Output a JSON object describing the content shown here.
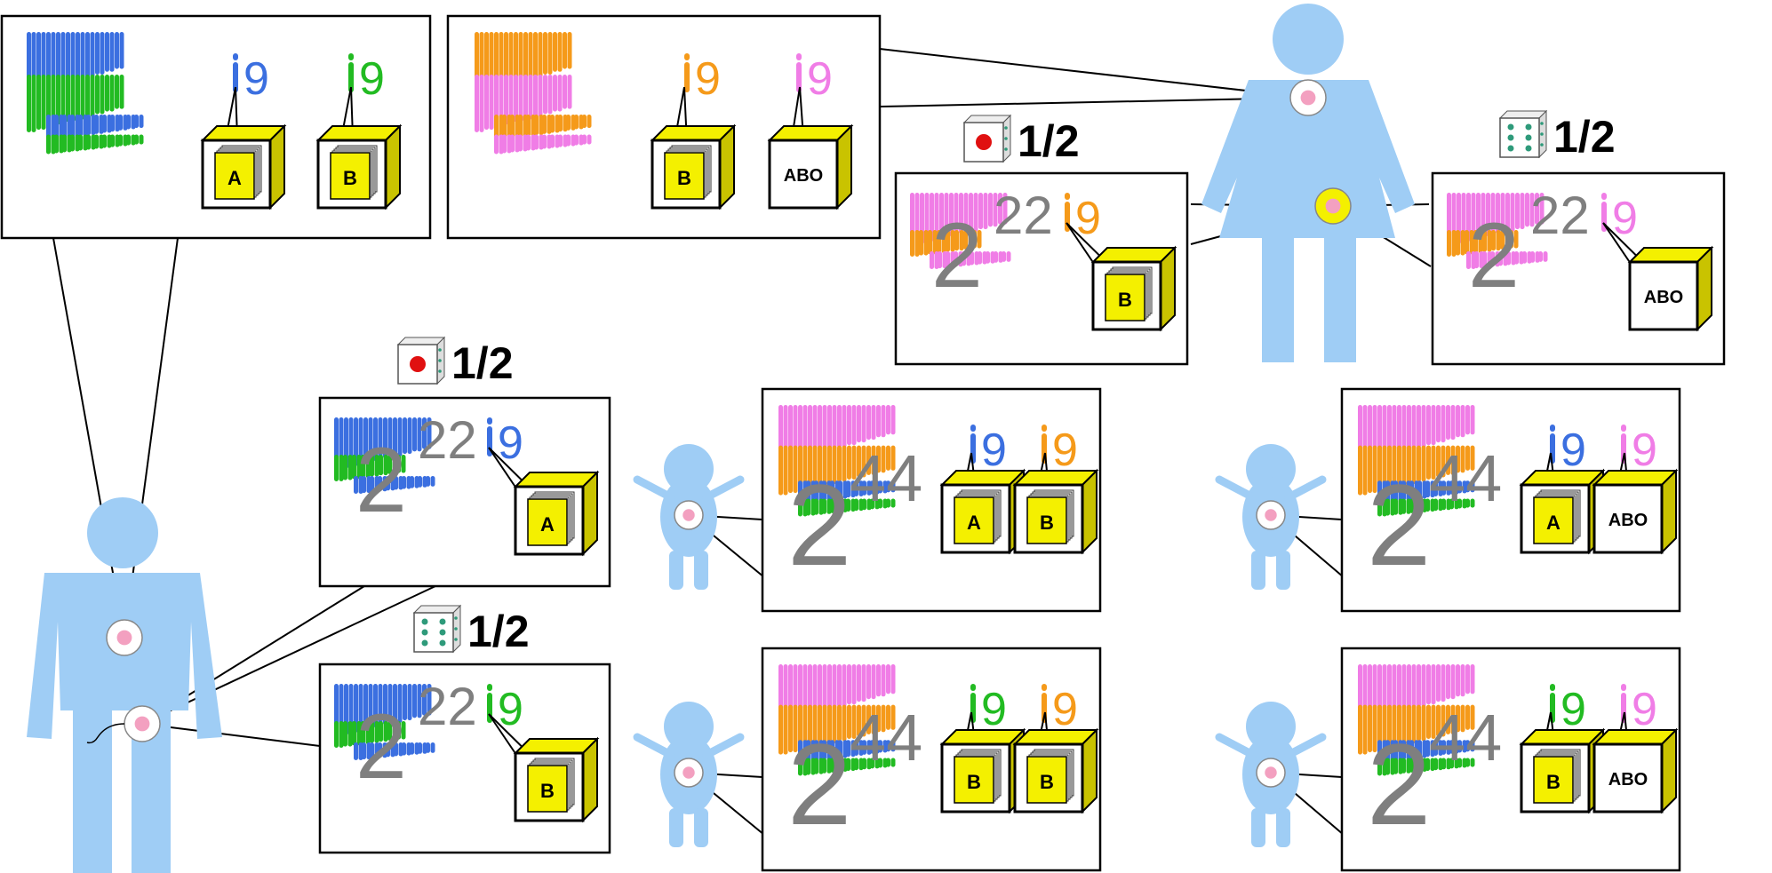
{
  "colors": {
    "figure": "#9fcdf5",
    "gene_blue": "#3b6fe0",
    "gene_green": "#22bb22",
    "gene_orange": "#f59a1a",
    "gene_pink": "#f07de6",
    "box_yellow": "#f4f000",
    "box_dark_yellow": "#c9c300",
    "grey_number": "#7f7f7f",
    "die_dot": "#2e9a7a",
    "die_red": "#e01010",
    "cell_pink": "#f3a0c0"
  },
  "chromosome_label": "9",
  "probability": "1/2",
  "parents": {
    "father": {
      "chromosome_9": [
        {
          "color": "blue",
          "allele": "A"
        },
        {
          "color": "green",
          "allele": "B"
        }
      ]
    },
    "mother": {
      "chromosome_9": [
        {
          "color": "orange",
          "allele": "B"
        },
        {
          "color": "pink",
          "allele": "ABO"
        }
      ]
    }
  },
  "gametes": {
    "father": [
      {
        "big": "2",
        "small": "22",
        "label9_color": "blue",
        "allele": "A",
        "die": "one"
      },
      {
        "big": "2",
        "small": "22",
        "label9_color": "green",
        "allele": "B",
        "die": "six"
      }
    ],
    "mother": [
      {
        "big": "2",
        "small": "22",
        "label9_color": "orange",
        "allele": "B",
        "die": "one"
      },
      {
        "big": "2",
        "small": "22",
        "label9_color": "pink",
        "allele": "ABO",
        "die": "six"
      }
    ]
  },
  "children": [
    {
      "big": "2",
      "small": "44",
      "left": {
        "color": "blue",
        "allele": "A"
      },
      "right": {
        "color": "orange",
        "allele": "B"
      }
    },
    {
      "big": "2",
      "small": "44",
      "left": {
        "color": "blue",
        "allele": "A"
      },
      "right": {
        "color": "pink",
        "allele": "ABO"
      }
    },
    {
      "big": "2",
      "small": "44",
      "left": {
        "color": "green",
        "allele": "B"
      },
      "right": {
        "color": "orange",
        "allele": "B"
      }
    },
    {
      "big": "2",
      "small": "44",
      "left": {
        "color": "green",
        "allele": "B"
      },
      "right": {
        "color": "pink",
        "allele": "ABO"
      }
    }
  ]
}
